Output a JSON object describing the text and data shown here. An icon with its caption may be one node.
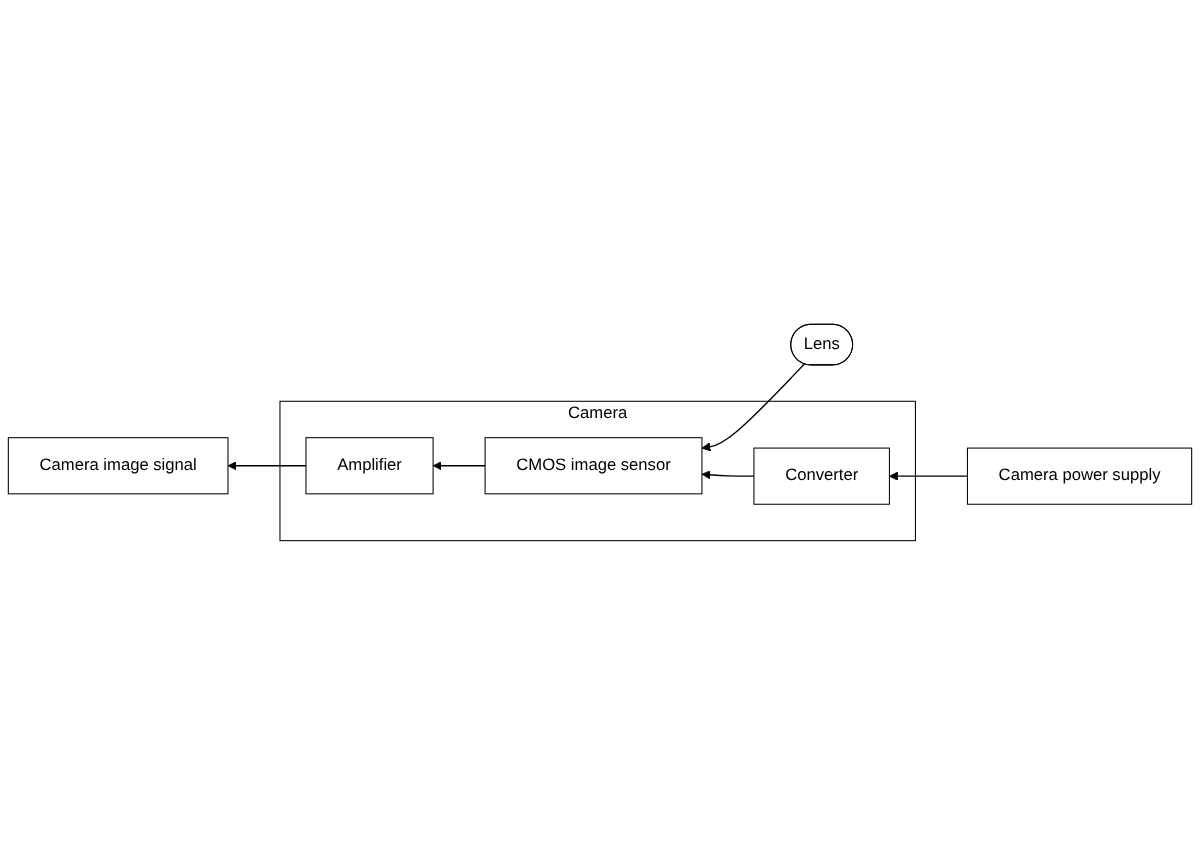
{
  "diagram": {
    "nodes": [
      {
        "text": [
          "Camera"
        ]
      },
      {
        "text": [
          "Camera image signal"
        ]
      },
      {
        "text": [
          "Amplifier"
        ],
        "in": 0
      },
      {
        "text": [
          "CMOS image sensor"
        ],
        "in": 0
      },
      {
        "text": [
          "Lens"
        ]
      },
      {
        "text": [
          "Camera power supply"
        ]
      },
      {
        "text": [
          "Converter"
        ],
        "in": 0
      }
    ],
    "edges": [
      {
        "from": 4,
        "to": 3,
        "arrow": "to"
      },
      {
        "from": 3,
        "to": 2,
        "arrow": "to"
      },
      {
        "from": 2,
        "to": 1,
        "arrow": "to"
      },
      {
        "from": 5,
        "to": 6,
        "arrow": "to"
      },
      {
        "from": 6,
        "to": 3,
        "arrow": "to"
      }
    ]
  }
}
